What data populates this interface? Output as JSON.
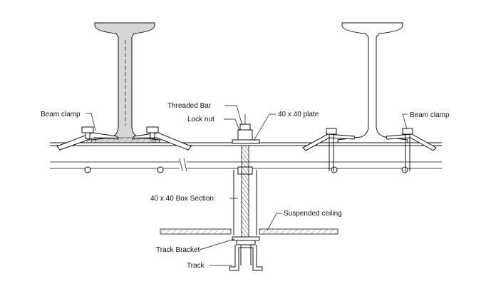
{
  "labels": {
    "beam_clamp_left": "Beam clamp",
    "beam_clamp_right": "Beam clamp",
    "threaded_bar": "Threaded Bar",
    "lock_nut": "Lock nut",
    "plate": "40 x 40 plate",
    "box_section": "40 x 40 Box Section",
    "suspended_ceiling": "Suspended ceiling",
    "track_bracket": "Track Bracket",
    "track": "Track"
  }
}
